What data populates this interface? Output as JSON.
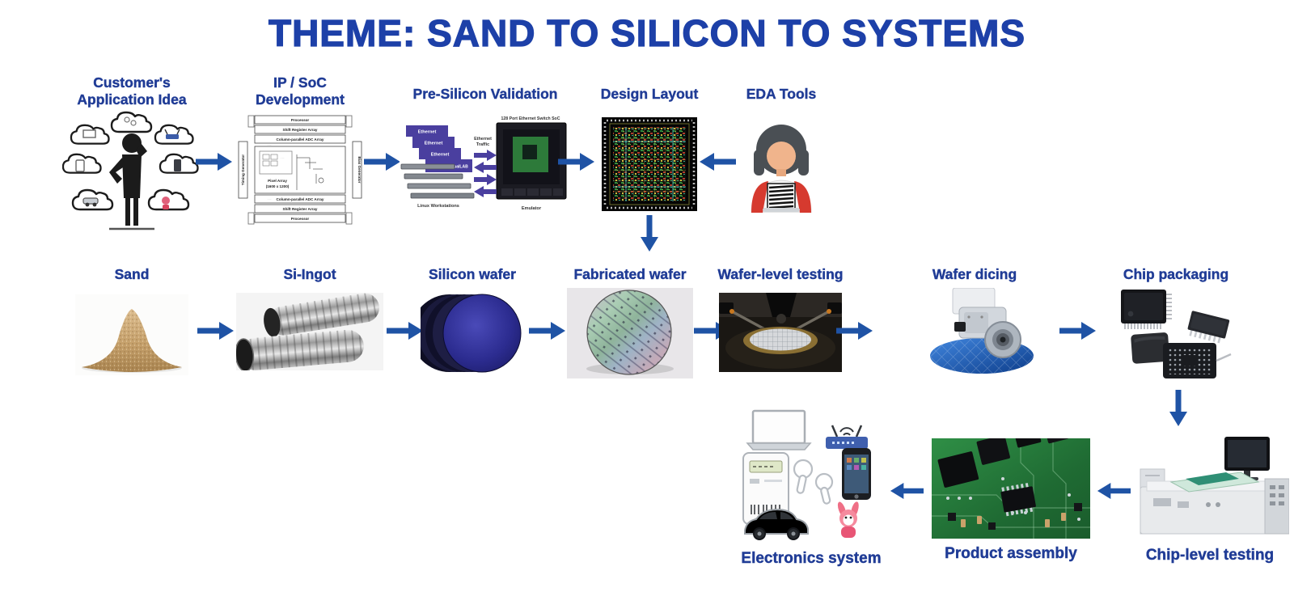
{
  "title": "THEME: SAND TO SILICON TO SYSTEMS",
  "palette": {
    "title_blue": "#1d40a8",
    "label_blue": "#203c96",
    "arrow_blue": "#1f53a5"
  },
  "design_flow": {
    "customer_idea": {
      "label": "Customer's Application Idea"
    },
    "ip_soc": {
      "label": "IP / SoC Development",
      "blocks": {
        "top": "Processor",
        "shift": "Shift Register Array",
        "adc": "Column-parallel ADC Array",
        "pixel_array": "Pixel Array",
        "pixel_array_size": "(1600 x 1200)",
        "timing": "Timing Generator",
        "bias": "Bias Generator",
        "adc2": "Column-parallel ADC Array",
        "shift2": "Shift Register Array",
        "bottom": "Processor"
      }
    },
    "pre_silicon": {
      "label": "Pre-Silicon Validation",
      "switch_title": "128 Port Ethernet Switch SoC",
      "ethernet_stack": [
        "Ethernet",
        "Ethernet",
        "Ethernet",
        "Ethernet VirtualLAB"
      ],
      "traffic_line1": "Ethernet",
      "traffic_line2": "Traffic",
      "workstations": "Linux Workstations",
      "emulator": "Emulator"
    },
    "design_layout": {
      "label": "Design Layout"
    },
    "eda_tools": {
      "label": "EDA Tools"
    }
  },
  "manufacturing_flow": {
    "sand": {
      "label": "Sand"
    },
    "si_ingot": {
      "label": "Si-Ingot"
    },
    "silicon_wafer": {
      "label": "Silicon wafer"
    },
    "fabricated_wafer": {
      "label": "Fabricated wafer"
    },
    "wafer_level_testing": {
      "label": "Wafer-level testing"
    },
    "wafer_dicing": {
      "label": "Wafer dicing"
    },
    "chip_packaging": {
      "label": "Chip packaging"
    }
  },
  "system_flow": {
    "chip_level_testing": {
      "label": "Chip-level testing"
    },
    "product_assembly": {
      "label": "Product assembly"
    },
    "electronics_system": {
      "label": "Electronics system"
    }
  }
}
